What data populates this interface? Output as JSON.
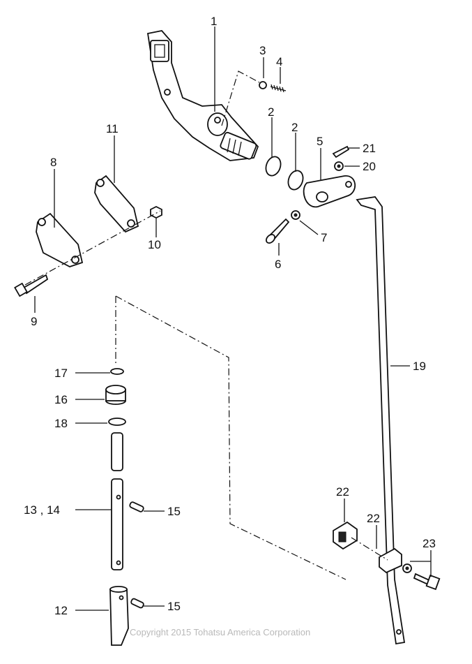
{
  "callouts": {
    "c1": "1",
    "c2a": "2",
    "c2b": "2",
    "c3": "3",
    "c4": "4",
    "c5": "5",
    "c6": "6",
    "c7": "7",
    "c8": "8",
    "c9": "9",
    "c10": "10",
    "c11": "11",
    "c12": "12",
    "c13_14": "13 , 14",
    "c15a": "15",
    "c15b": "15",
    "c16": "16",
    "c17": "17",
    "c18": "18",
    "c19": "19",
    "c20": "20",
    "c21": "21",
    "c22a": "22",
    "c22b": "22",
    "c23": "23"
  },
  "copyright": "Copyright 2015 Tohatsu America Corporation"
}
